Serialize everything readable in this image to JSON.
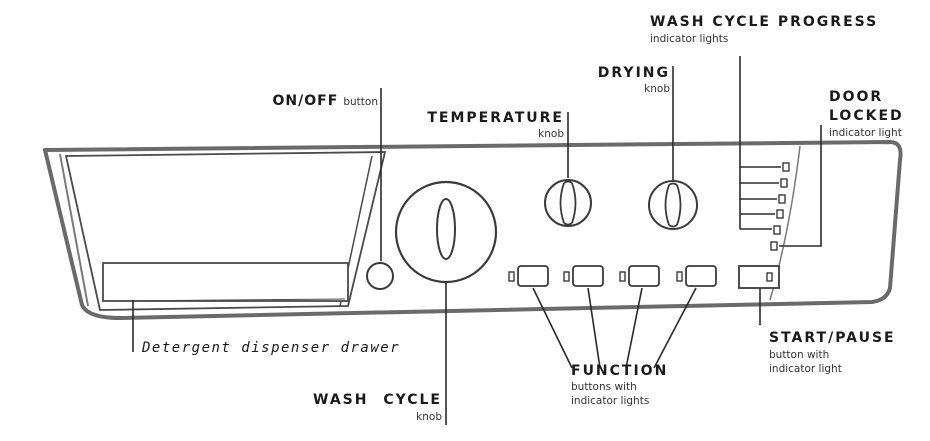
{
  "labels": {
    "wash_cycle_progress": {
      "title": "WASH CYCLE PROGRESS",
      "subtitle": "indicator lights"
    },
    "drying": {
      "title": "DRYING",
      "subtitle": "knob"
    },
    "door_locked": {
      "title_line1": "DOOR",
      "title_line2": "LOCKED",
      "subtitle": "indicator light"
    },
    "on_off": {
      "title": "ON/OFF",
      "subtitle": "button"
    },
    "temperature": {
      "title": "TEMPERATURE",
      "subtitle": "knob"
    },
    "detergent": {
      "text": "Detergent dispenser drawer"
    },
    "function": {
      "title": "FUNCTION",
      "subtitle_line1": "buttons with",
      "subtitle_line2": "indicator lights"
    },
    "start_pause": {
      "title": "START/PAUSE",
      "subtitle_line1": "button with",
      "subtitle_line2": "indicator light"
    },
    "wash_cycle": {
      "title": "WASH CYCLE",
      "subtitle": "knob"
    }
  },
  "colors": {
    "line": "#2b2b2b",
    "panel_outline": "#5a5a5a",
    "panel_fill": "#ffffff"
  }
}
